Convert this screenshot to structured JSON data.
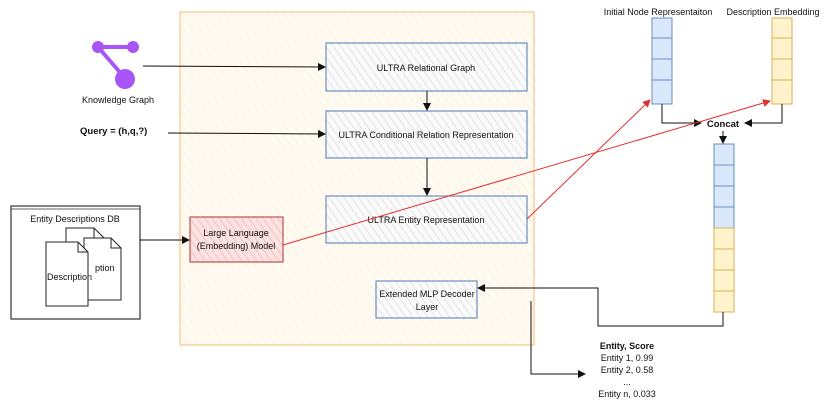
{
  "knowledge_graph": {
    "label": "Knowledge Graph"
  },
  "query": {
    "label": "Query = (h,q,?)"
  },
  "entity_descriptions_db": {
    "title": "Entity Descriptions DB",
    "doc_back_label": "ption",
    "doc_front_label": "Description"
  },
  "boxes": {
    "relational_graph": "ULTRA Relational Graph",
    "conditional_relation": "ULTRA Conditional Relation Representation",
    "entity_representation": "ULTRA Entity Representation",
    "llm_line1": "Large Language",
    "llm_line2": "(Embedding) Model",
    "decoder_line1": "Extended MLP Decoder",
    "decoder_line2": "Layer"
  },
  "vectors": {
    "initial_node_label": "Initial Node Representaiton",
    "description_embedding_label": "Description Embedding",
    "concat_label": "Concat"
  },
  "output": {
    "header": "Entity, Score",
    "rows": [
      "Entity 1, 0.99",
      "Entity 2, 0.58",
      "...",
      "Entity n, 0.033"
    ]
  },
  "colors": {
    "panel_fill": "#fffaf0",
    "panel_border": "#f5c788",
    "blue_fill": "#dae8fc",
    "blue_border": "#6c8ebf",
    "yellow_fill": "#fff2cc",
    "yellow_border": "#d6b656",
    "red_fill": "#f8cecc",
    "red_border": "#b85450",
    "red_line": "#e03030",
    "kg_icon": "#a855f7"
  }
}
